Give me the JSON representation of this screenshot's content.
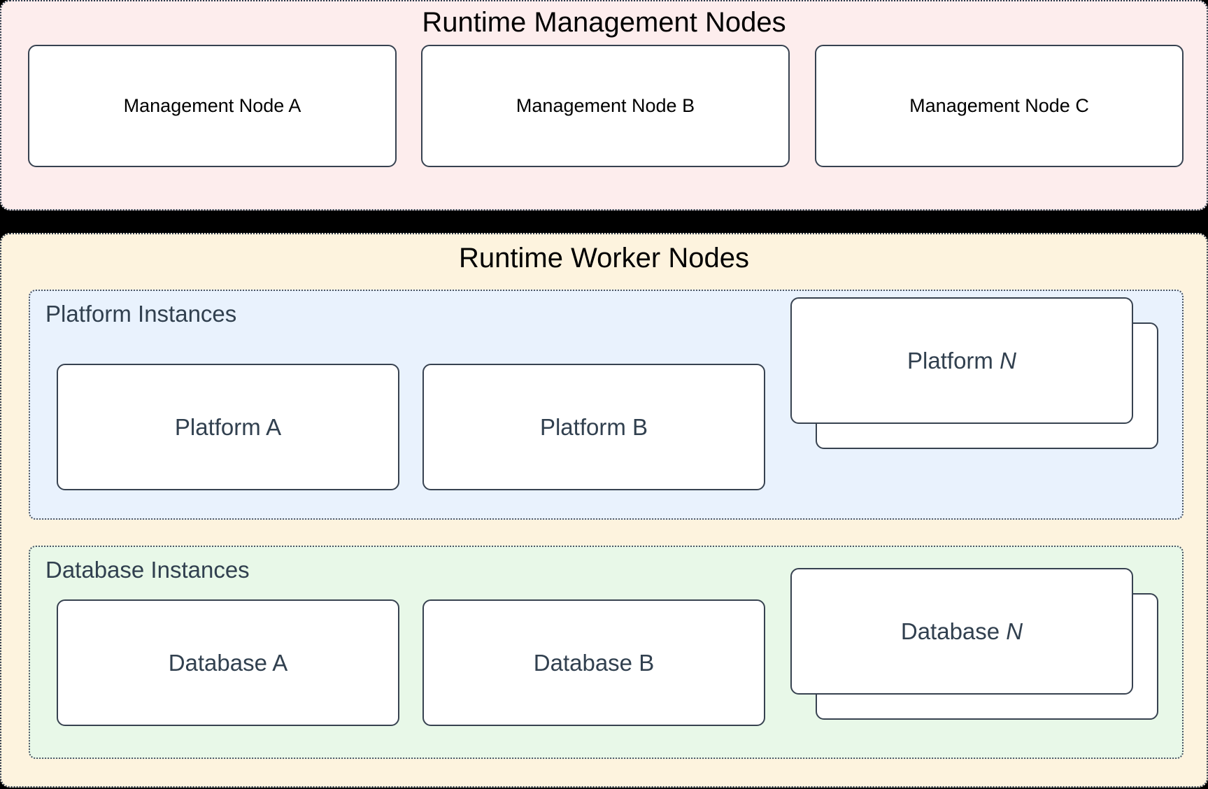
{
  "colors": {
    "page_background": "#000000",
    "management_group_background": "#fdeded",
    "worker_group_background": "#fdf3de",
    "platform_group_background": "#e9f2fd",
    "database_group_background": "#e8f8e8",
    "card_background": "#ffffff",
    "card_border": "#374250",
    "group_border": "#2e3a4a",
    "title_text": "#000000",
    "label_text": "#31404f"
  },
  "management_group": {
    "title": "Runtime Management Nodes",
    "nodes": [
      {
        "label": "Management Node A"
      },
      {
        "label": "Management Node B"
      },
      {
        "label": "Management Node C"
      }
    ]
  },
  "worker_group": {
    "title": "Runtime Worker Nodes",
    "platform_section": {
      "title": "Platform Instances",
      "instances": [
        {
          "label": "Platform A",
          "stacked": false
        },
        {
          "label": "Platform B",
          "stacked": false
        },
        {
          "label_prefix": "Platform ",
          "label_suffix": "N",
          "stacked": true
        }
      ]
    },
    "database_section": {
      "title": "Database Instances",
      "instances": [
        {
          "label": "Database A",
          "stacked": false
        },
        {
          "label": "Database B",
          "stacked": false
        },
        {
          "label_prefix": "Database ",
          "label_suffix": "N",
          "stacked": true
        }
      ]
    }
  }
}
